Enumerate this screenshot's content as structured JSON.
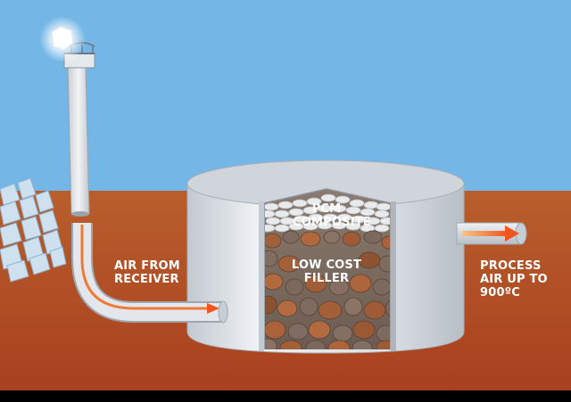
{
  "colors": {
    "sky": "#74b6e6",
    "ground_top": "#b55a2a",
    "ground_bottom": "#b04622",
    "tank_body": "#dfe4ea",
    "tank_shade": "#b9c0c8",
    "pipe": "#d9dde2",
    "arrow": "#f26a2a",
    "text": "#ffffff"
  },
  "labels": {
    "air_from_receiver": [
      "AIR FROM",
      "RECEIVER"
    ],
    "pcm_composite": [
      "PCM",
      "COMPOSITE"
    ],
    "low_cost_filler": [
      "LOW COST",
      "FILLER"
    ],
    "process_air": [
      "PROCESS",
      "AIR UP TO",
      "900ºC"
    ]
  },
  "icons": [
    "solar-tower-icon",
    "heliostat-field-icon",
    "storage-tank-icon",
    "flow-arrow-icon"
  ]
}
